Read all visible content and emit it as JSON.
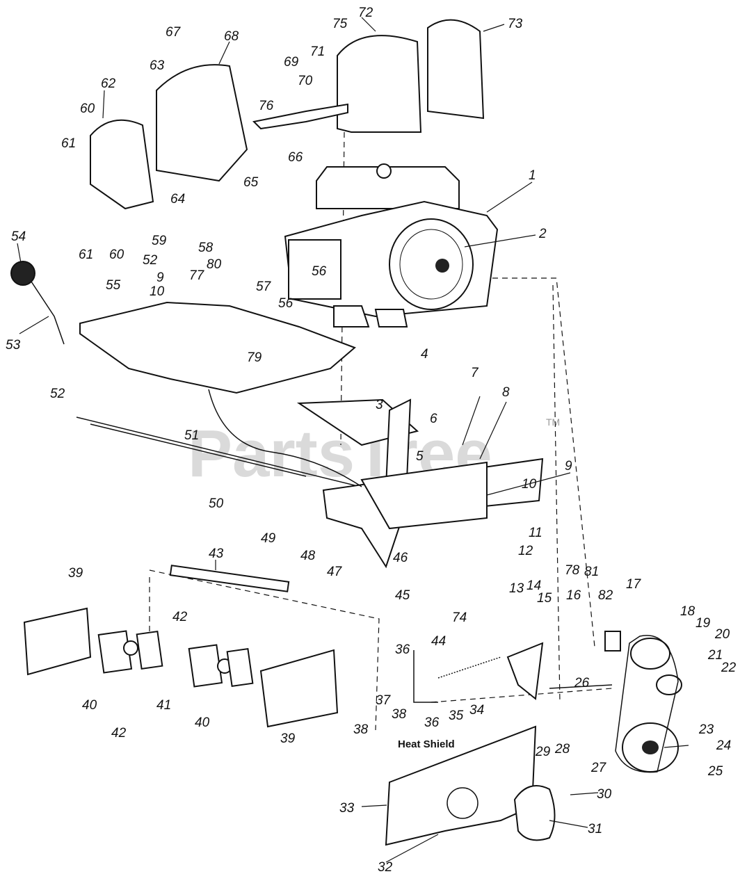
{
  "watermark": {
    "text": "PartsTree",
    "tm": "TM"
  },
  "labels": {
    "heat_shield": "Heat Shield"
  },
  "callouts": [
    "1",
    "2",
    "3",
    "4",
    "5",
    "6",
    "7",
    "8",
    "9",
    "9",
    "10",
    "10",
    "11",
    "12",
    "13",
    "14",
    "15",
    "16",
    "17",
    "18",
    "19",
    "20",
    "21",
    "22",
    "23",
    "24",
    "25",
    "26",
    "27",
    "28",
    "29",
    "30",
    "31",
    "32",
    "33",
    "34",
    "35",
    "36",
    "36",
    "37",
    "38",
    "38",
    "39",
    "39",
    "40",
    "40",
    "41",
    "42",
    "42",
    "43",
    "44",
    "45",
    "46",
    "47",
    "48",
    "49",
    "50",
    "51",
    "52",
    "52",
    "53",
    "54",
    "55",
    "56",
    "56",
    "57",
    "58",
    "59",
    "60",
    "60",
    "61",
    "61",
    "62",
    "63",
    "64",
    "65",
    "66",
    "67",
    "68",
    "69",
    "70",
    "71",
    "72",
    "73",
    "74",
    "75",
    "76",
    "77",
    "78",
    "79",
    "80",
    "81",
    "82"
  ]
}
